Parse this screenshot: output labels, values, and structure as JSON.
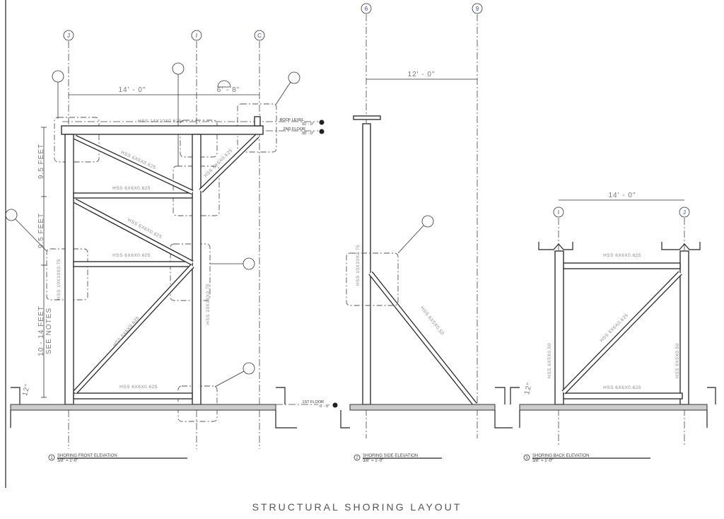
{
  "title": "STRUCTURAL SHORING LAYOUT",
  "front": {
    "grids": [
      "J",
      "I",
      "C"
    ],
    "dims": {
      "span1": "14' - 0\"",
      "span2": "6' - 8\"",
      "h1": "9.5 FEET",
      "h2": "9.5 FEET",
      "h3": "10 - 14 FEET",
      "h3_note": "SEE NOTES",
      "base": "12\""
    },
    "members": {
      "beam": "HSS 14X10X0.625",
      "diag1": "HSS 6X6X0.625",
      "diag2": "HSS 6X6X0.625",
      "brace1": "HSS 6X6X0.625",
      "diag3": "HSS 6X6X0.625",
      "brace2": "HSS 6X6X0.625",
      "col1": "HSS 10X10X0.75",
      "diag4": "HSS 6X6X0.625",
      "col2": "HSS 10X10X0.75",
      "brace3": "HSS 6X6X0.625"
    },
    "levels": [
      {
        "name": "ROOF LEVEL",
        "elev": "31' - 0\""
      },
      {
        "name": "2ND FLOOR",
        "elev": "30' - 0\""
      },
      {
        "name": "1ST FLOOR",
        "elev": "0' - 0\""
      }
    ],
    "caption": {
      "num": "1",
      "name": "SHORING FRONT ELEVATION",
      "scale": "3/8\" = 1'-0\""
    }
  },
  "side": {
    "grids": [
      "6",
      "9"
    ],
    "dim": "12' - 0\"",
    "members": {
      "col": "HSS 10X10X0.75",
      "diag": "HSS 6X5X0.50"
    },
    "caption": {
      "num": "2",
      "name": "SHORING SIDE ELEVATION",
      "scale": "3/8\" = 1'-0\""
    }
  },
  "back": {
    "grids": [
      "I",
      "J"
    ],
    "dim": "14' - 0\"",
    "base": "12\"",
    "members": {
      "top": "HSS 6X6X0.625",
      "diag": "HSS 6X6X0.625",
      "bottom": "HSS 6X6X0.625",
      "col1": "HSS 6X5X0.50",
      "col2": "HSS 6X5X0.50"
    },
    "caption": {
      "num": "3",
      "name": "SHORING BACK ELEVATION",
      "scale": "3/8\" = 1'-0\""
    }
  }
}
